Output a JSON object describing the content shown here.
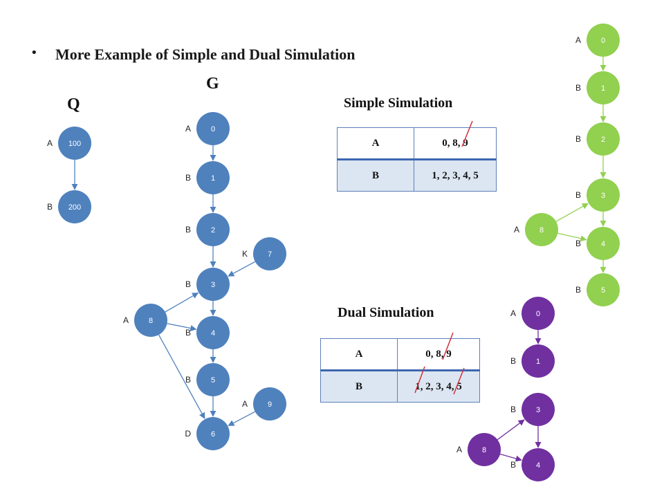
{
  "slide": {
    "bullet": "•",
    "title": "More Example of Simple and Dual Simulation",
    "label_g": "G",
    "label_q": "Q"
  },
  "simple": {
    "heading": "Simple Simulation",
    "rows": [
      {
        "key": "A",
        "value": "0, 8,  9"
      },
      {
        "key": "B",
        "value": "1, 2, 3, 4, 5"
      }
    ]
  },
  "dual": {
    "heading": "Dual Simulation",
    "rows": [
      {
        "key": "A",
        "value": "0,  8,  9"
      },
      {
        "key": "B",
        "value": "1, 2, 3, 4, 5"
      }
    ]
  },
  "colors": {
    "blue_node": "#4f81bd",
    "green_node": "#92d050",
    "purple_node": "#7030a0",
    "strike": "#d0303a"
  },
  "graph_q": {
    "nodes": [
      {
        "id": "100",
        "label": "A"
      },
      {
        "id": "200",
        "label": "B"
      }
    ]
  },
  "graph_g": {
    "nodes": [
      {
        "id": "0",
        "label": "A"
      },
      {
        "id": "1",
        "label": "B"
      },
      {
        "id": "2",
        "label": "B"
      },
      {
        "id": "7",
        "label": "K"
      },
      {
        "id": "3",
        "label": "B"
      },
      {
        "id": "8",
        "label": "A"
      },
      {
        "id": "4",
        "label": "B"
      },
      {
        "id": "5",
        "label": "B"
      },
      {
        "id": "9",
        "label": "A"
      },
      {
        "id": "6",
        "label": "D"
      }
    ]
  },
  "graph_green": {
    "nodes": [
      {
        "id": "0",
        "label": "A"
      },
      {
        "id": "1",
        "label": "B"
      },
      {
        "id": "2",
        "label": "B"
      },
      {
        "id": "3",
        "label": "B"
      },
      {
        "id": "8",
        "label": "A"
      },
      {
        "id": "4",
        "label": "B"
      },
      {
        "id": "5",
        "label": "B"
      }
    ]
  },
  "graph_purple": {
    "nodes": [
      {
        "id": "0",
        "label": "A"
      },
      {
        "id": "1",
        "label": "B"
      },
      {
        "id": "3",
        "label": "B"
      },
      {
        "id": "8",
        "label": "A"
      },
      {
        "id": "4",
        "label": "B"
      }
    ]
  }
}
